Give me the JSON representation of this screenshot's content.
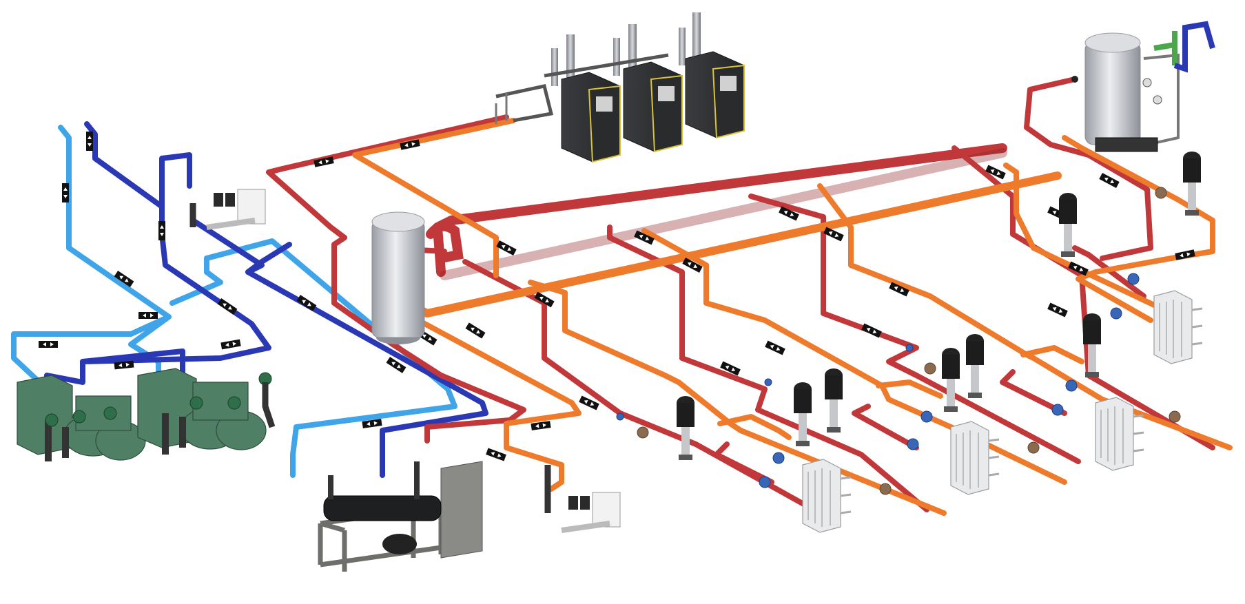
{
  "diagram": {
    "kind": "3d-isometric-piping-schematic",
    "colors": {
      "hot_supply": "#c0383a",
      "hot_return": "#ee7a2b",
      "chilled_supply": "#3fa4e8",
      "chilled_return": "#2b38b3",
      "flow_tag": "#111111",
      "chiller_body": "#4f7f64",
      "boiler_body": "#2f3032",
      "tank_shell": "#c9cbd0"
    },
    "equipment": [
      {
        "id": "boiler-bank",
        "icon": "boiler-icon",
        "count": 3
      },
      {
        "id": "buffer-tank",
        "icon": "tank-icon",
        "count": 1
      },
      {
        "id": "expansion-vessel",
        "icon": "vessel-icon",
        "count": 1
      },
      {
        "id": "water-chillers",
        "icon": "chiller-icon",
        "count": 2
      },
      {
        "id": "dry-cooler-skid",
        "icon": "skid-icon",
        "count": 1
      },
      {
        "id": "booster-pump-sets",
        "icon": "pump-set-icon",
        "count": 2
      },
      {
        "id": "inline-pumps",
        "icon": "pump-icon",
        "count": 9
      },
      {
        "id": "plate-heat-exchangers",
        "icon": "heat-exchanger-icon",
        "count": 4
      }
    ]
  }
}
